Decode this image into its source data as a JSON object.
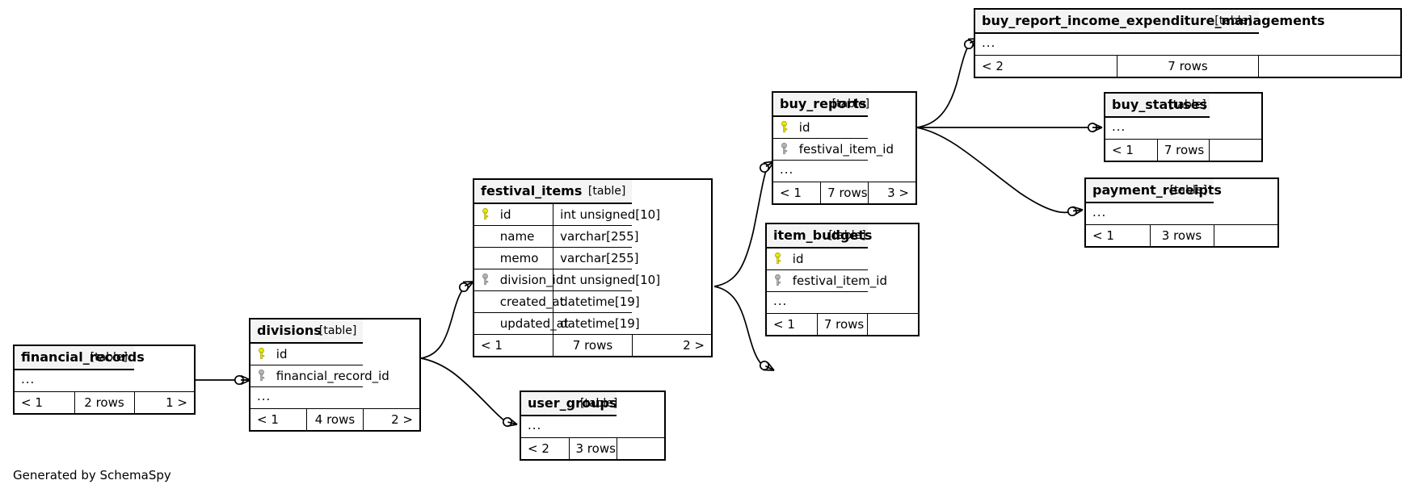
{
  "diagram": {
    "credit": "Generated by SchemaSpy",
    "table_tag": "[table]",
    "ellipsis": "...",
    "colors": {
      "primary_key": "#e8e800",
      "foreign_key": "#b0b0b0",
      "header_bg": "#f4f4f4",
      "border": "#000000",
      "background": "#ffffff"
    }
  },
  "tables": [
    {
      "id": "buy_report_income_expenditure_managements",
      "name": "buy_report_income_expenditure_managements",
      "tag": "[table]",
      "columns": [],
      "has_ellipsis": true,
      "footer": {
        "left": "< 2",
        "center": "7 rows",
        "right": ""
      }
    },
    {
      "id": "buy_statuses",
      "name": "buy_statuses",
      "tag": "[table]",
      "columns": [],
      "has_ellipsis": true,
      "footer": {
        "left": "< 1",
        "center": "7 rows",
        "right": ""
      }
    },
    {
      "id": "payment_receipts",
      "name": "payment_receipts",
      "tag": "[table]",
      "columns": [],
      "has_ellipsis": true,
      "footer": {
        "left": "< 1",
        "center": "3 rows",
        "right": ""
      }
    },
    {
      "id": "buy_reports",
      "name": "buy_reports",
      "tag": "[table]",
      "columns": [
        {
          "name": "id",
          "type": "",
          "key": "primary"
        },
        {
          "name": "festival_item_id",
          "type": "",
          "key": "foreign"
        }
      ],
      "has_ellipsis": true,
      "footer": {
        "left": "< 1",
        "center": "7 rows",
        "right": "3 >"
      }
    },
    {
      "id": "item_budgets",
      "name": "item_budgets",
      "tag": "[table]",
      "columns": [
        {
          "name": "id",
          "type": "",
          "key": "primary"
        },
        {
          "name": "festival_item_id",
          "type": "",
          "key": "foreign"
        }
      ],
      "has_ellipsis": true,
      "footer": {
        "left": "< 1",
        "center": "7 rows",
        "right": ""
      }
    },
    {
      "id": "festival_items",
      "name": "festival_items",
      "tag": "[table]",
      "columns": [
        {
          "name": "id",
          "type": "int unsigned[10]",
          "key": "primary"
        },
        {
          "name": "name",
          "type": "varchar[255]",
          "key": "none"
        },
        {
          "name": "memo",
          "type": "varchar[255]",
          "key": "none"
        },
        {
          "name": "division_id",
          "type": "int unsigned[10]",
          "key": "foreign"
        },
        {
          "name": "created_at",
          "type": "datetime[19]",
          "key": "none"
        },
        {
          "name": "updated_at",
          "type": "datetime[19]",
          "key": "none"
        }
      ],
      "has_ellipsis": false,
      "footer": {
        "left": "< 1",
        "center": "7 rows",
        "right": "2 >"
      }
    },
    {
      "id": "divisions",
      "name": "divisions",
      "tag": "[table]",
      "columns": [
        {
          "name": "id",
          "type": "",
          "key": "primary"
        },
        {
          "name": "financial_record_id",
          "type": "",
          "key": "foreign"
        }
      ],
      "has_ellipsis": true,
      "footer": {
        "left": "< 1",
        "center": "4 rows",
        "right": "2 >"
      }
    },
    {
      "id": "financial_records",
      "name": "financial_records",
      "tag": "[table]",
      "columns": [],
      "has_ellipsis": true,
      "footer": {
        "left": "< 1",
        "center": "2 rows",
        "right": "1 >"
      }
    },
    {
      "id": "user_groups",
      "name": "user_groups",
      "tag": "[table]",
      "columns": [],
      "has_ellipsis": true,
      "footer": {
        "left": "< 2",
        "center": "3 rows",
        "right": ""
      }
    }
  ],
  "relationships": [
    {
      "from": "financial_records",
      "to": "divisions"
    },
    {
      "from": "divisions",
      "to": "festival_items"
    },
    {
      "from": "divisions",
      "to": "user_groups"
    },
    {
      "from": "festival_items",
      "to": "buy_reports"
    },
    {
      "from": "festival_items",
      "to": "item_budgets"
    },
    {
      "from": "buy_reports",
      "to": "buy_report_income_expenditure_managements"
    },
    {
      "from": "buy_reports",
      "to": "buy_statuses"
    },
    {
      "from": "buy_reports",
      "to": "payment_receipts"
    }
  ]
}
